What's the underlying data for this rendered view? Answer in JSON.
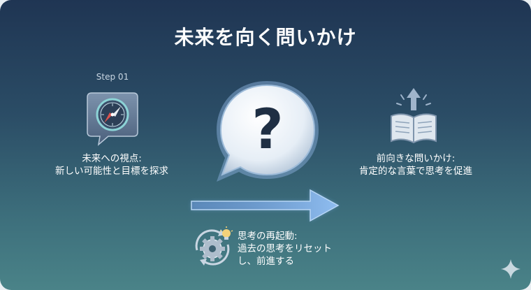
{
  "title": "未来を向く問いかけ",
  "step_label": "Step 01",
  "left": {
    "line1": "未来への視点:",
    "line2": "新しい可能性と目標を探求",
    "icon": "compass-icon"
  },
  "center": {
    "icon": "question-bubble-icon",
    "arrow_icon": "arrow-right-icon"
  },
  "right": {
    "line1": "前向きな問いかけ:",
    "line2": "肯定的な言葉で思考を促進",
    "icon": "book-arrow-icon"
  },
  "bottom": {
    "line1": "思考の再起動:",
    "line2": "過去の思考をリセット",
    "line3": "し、前進する",
    "icon": "gear-reset-icon"
  },
  "corner_icon": "sparkle-icon",
  "colors": {
    "bg_top": "#1f3553",
    "bg_bottom": "#4a8388",
    "accent": "#6fa8e0",
    "text": "#ffffff"
  }
}
